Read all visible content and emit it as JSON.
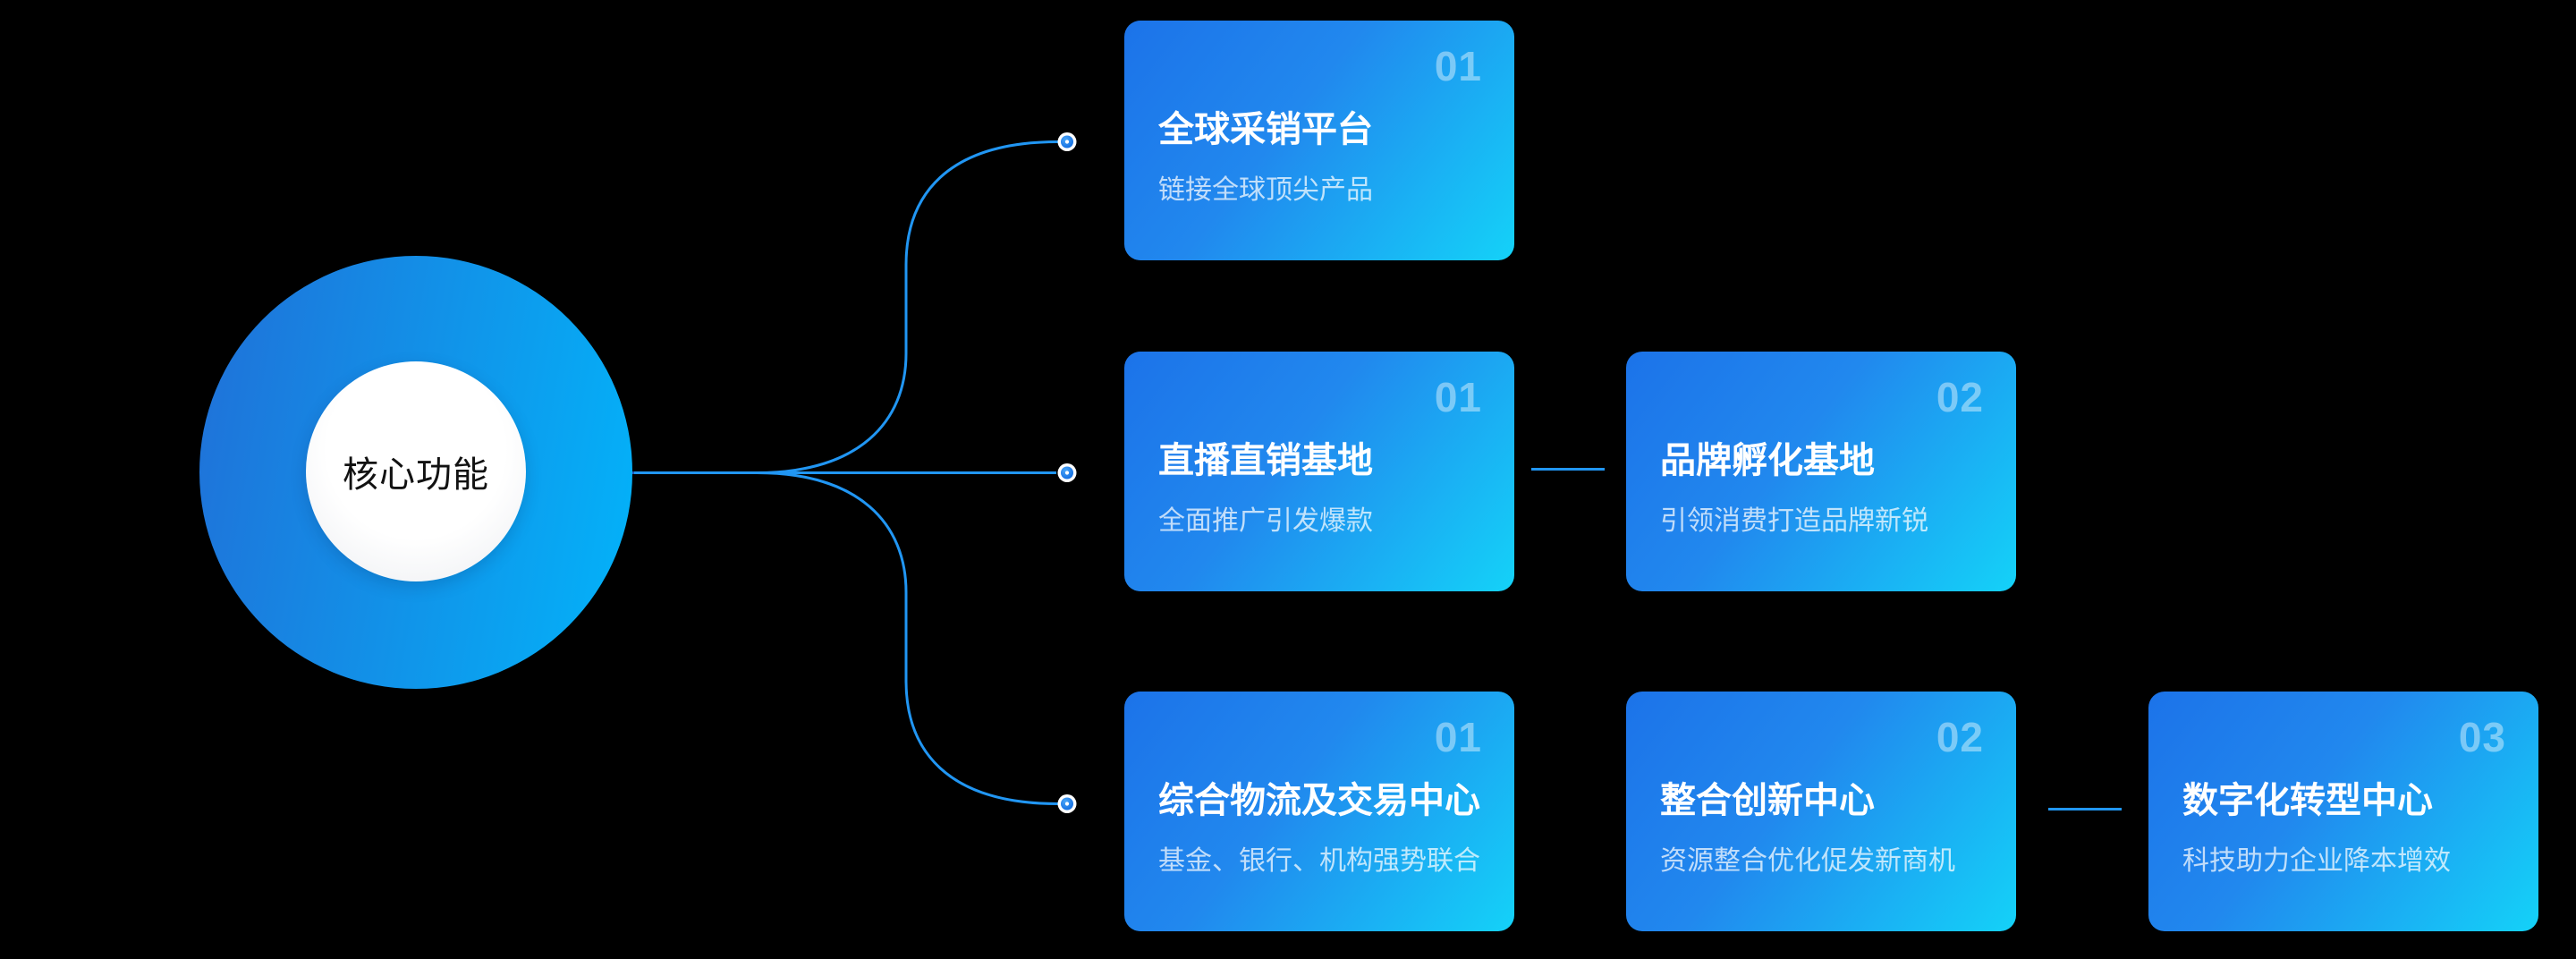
{
  "diagram": {
    "center_label": "核心功能",
    "cards": [
      {
        "number": "01",
        "title": "全球采销平台",
        "subtitle": "链接全球顶尖产品"
      },
      {
        "number": "01",
        "title": "直播直销基地",
        "subtitle": "全面推广引发爆款"
      },
      {
        "number": "02",
        "title": "品牌孵化基地",
        "subtitle": "引领消费打造品牌新锐"
      },
      {
        "number": "01",
        "title": "综合物流及交易中心",
        "subtitle": "基金、银行、机构强势联合"
      },
      {
        "number": "02",
        "title": "整合创新中心",
        "subtitle": "资源整合优化促发新商机"
      },
      {
        "number": "03",
        "title": "数字化转型中心",
        "subtitle": "科技助力企业降本增效"
      }
    ],
    "colors": {
      "background": "#000000",
      "connector_line": "#2196F3",
      "connector_line_on_circle": "#2157B8",
      "card_gradient_start": "#1C73E9",
      "card_gradient_end": "#14D2F8",
      "circle_gradient_start": "#2070D8",
      "circle_gradient_end": "#02B4FA",
      "number_color": "rgba(255,255,255,0.42)",
      "subtitle_color": "rgba(255,255,255,0.72)",
      "center_text_color": "#121212"
    }
  }
}
